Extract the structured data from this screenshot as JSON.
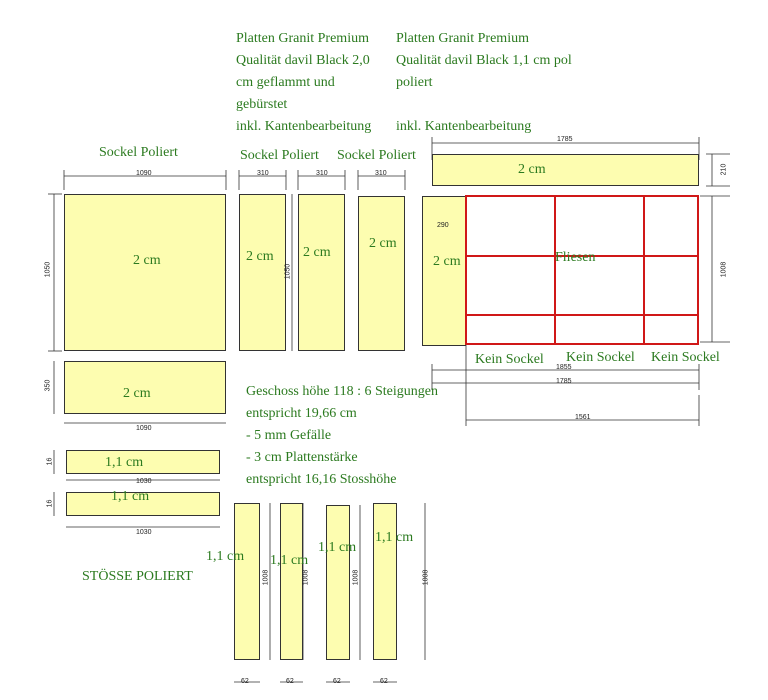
{
  "header": {
    "left_material": "Platten Granit Premium\nQualität davil Black 2,0\ncm geflammt und\ngebürstet\ninkl. Kantenbearbeitung",
    "right_material": "Platten Granit Premium\nQualität davil Black 1,1 cm pol\npoliert\n\ninkl. Kantenbearbeitung"
  },
  "labels": {
    "sockel1": "Sockel Poliert",
    "sockel2": "Sockel Poliert",
    "sockel3": "Sockel Poliert",
    "fliesen": "Fliesen",
    "kein1": "Kein Sockel",
    "kein2": "Kein Sockel",
    "kein3": "Kein Sockel",
    "stoesse": "STÖSSE POLIERT"
  },
  "notes": "Geschoss höhe 118 : 6 Steigungen\nentspricht 19,66 cm\n- 5 mm Gefälle\n- 3 cm Plattenstärke\nentspricht 16,16 Stosshöhe",
  "panels": {
    "big": "2 cm",
    "p1": "2 cm",
    "p2": "2 cm",
    "p3": "2 cm",
    "step": "2 cm",
    "top_right": "2 cm",
    "left_right": "2 cm",
    "bar1": "1,1 cm",
    "bar2": "1,1 cm",
    "v1": "1,1 cm",
    "v2": "1,1 cm",
    "v3": "1,1 cm",
    "v4": "1,1 cm"
  },
  "dims": {
    "big_w": "1090",
    "big_h": "1050",
    "p1_w": "310",
    "p2_w": "310",
    "p3_w": "310",
    "p1_h": "1050",
    "step_h": "350",
    "step_w": "1090",
    "bar1_h": "16",
    "bar1_w": "1030",
    "bar2_h": "16",
    "bar2_w": "1030",
    "tr_w": "1785",
    "tr_h": "210",
    "lr_w": "290",
    "grid_h": "1008",
    "bottom1": "1855",
    "bottom2": "1785",
    "bottom3": "1561",
    "v_h1": "1008",
    "v_h2": "1008",
    "v_h3": "1008",
    "v_h4": "1008",
    "v_w1": "62",
    "v_w2": "62",
    "v_w3": "62",
    "v_w4": "62"
  }
}
